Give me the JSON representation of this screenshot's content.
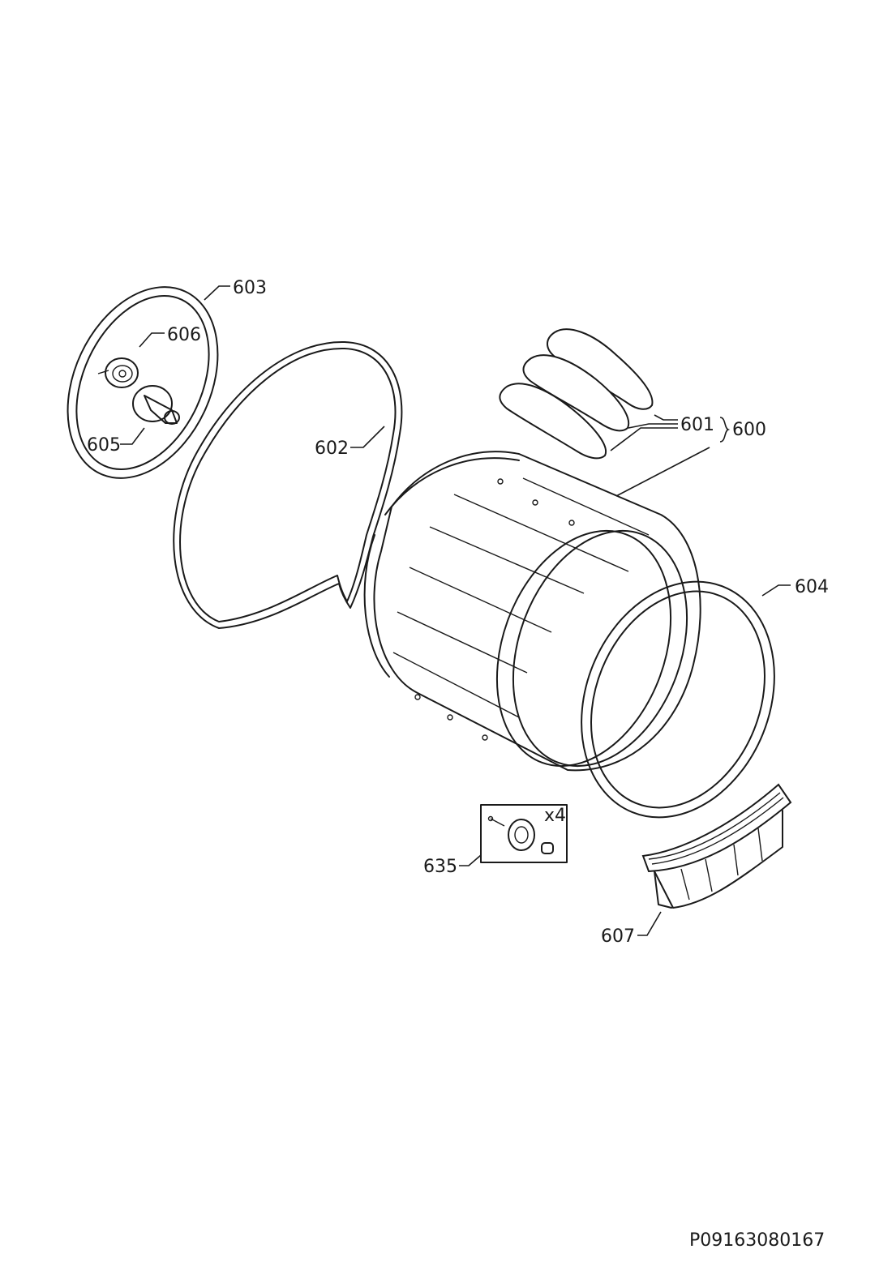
{
  "labels": {
    "p603": "603",
    "p606": "606",
    "p605": "605",
    "p602": "602",
    "p601": "601",
    "p600": "600",
    "p604": "604",
    "p635": "635",
    "p607": "607",
    "qty": "x4"
  },
  "diagram_code": "P09163080167"
}
